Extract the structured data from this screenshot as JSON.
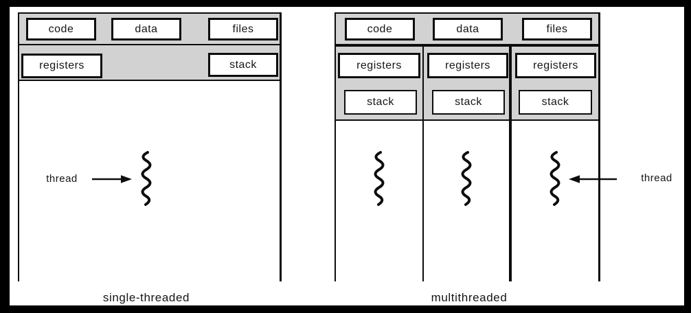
{
  "figure": {
    "left_panel": {
      "caption": "single-threaded",
      "shared": {
        "code": "code",
        "data": "data",
        "files": "files"
      },
      "registers": "registers",
      "stack": "stack",
      "thread_label": "thread"
    },
    "right_panel": {
      "caption": "multithreaded",
      "shared": {
        "code": "code",
        "data": "data",
        "files": "files"
      },
      "columns": [
        {
          "registers": "registers",
          "stack": "stack"
        },
        {
          "registers": "registers",
          "stack": "stack"
        },
        {
          "registers": "registers",
          "stack": "stack"
        }
      ],
      "thread_label": "thread"
    },
    "icons": {
      "thread_squiggle": "vertical-wavy-line",
      "arrow_right": "→",
      "arrow_left": "←"
    },
    "colors": {
      "frame": "#000000",
      "paper": "#ffffff",
      "band_gray": "#d2d2d2",
      "line": "#0d0d0d"
    }
  }
}
